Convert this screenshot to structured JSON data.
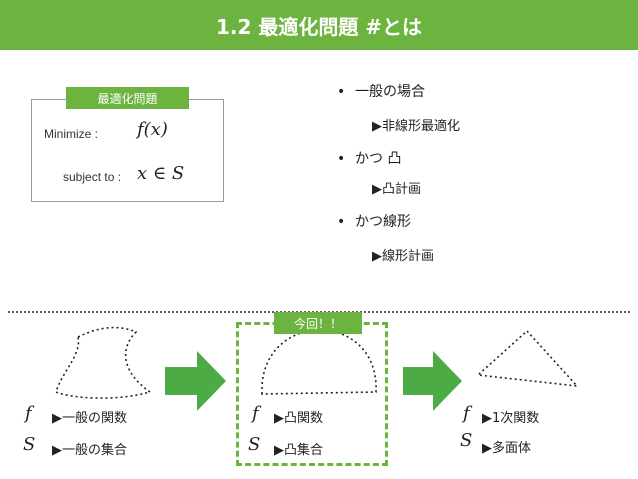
{
  "title": "1.2 最適化問題 #とは",
  "definition": {
    "tag": "最適化問題",
    "minimize_label": "Minimize :",
    "minimize_expr": "f(x)",
    "subject_label": "subject to :",
    "subject_expr": "x ∈ S"
  },
  "bullets": [
    {
      "text": "一般の場合",
      "sub": "▶非線形最適化"
    },
    {
      "text": "かつ 凸",
      "sub": "▶凸計画"
    },
    {
      "text": "かつ線形",
      "sub": "▶線形計画"
    }
  ],
  "bullet_mark": "•",
  "current_tag": "今回！！",
  "panels": [
    {
      "f_symbol": "f",
      "f_text": "▶一般の関数",
      "s_symbol": "S",
      "s_text": "▶一般の集合"
    },
    {
      "f_symbol": "f",
      "f_text": "▶凸関数",
      "s_symbol": "S",
      "s_text": "▶凸集合"
    },
    {
      "f_symbol": "f",
      "f_text": "▶1次関数",
      "s_symbol": "S",
      "s_text": "▶多面体"
    }
  ],
  "colors": {
    "accent": "#6db33f",
    "arrow": "#4cab45"
  },
  "icons": [
    "arrow-right-icon",
    "arrow-right-icon"
  ]
}
